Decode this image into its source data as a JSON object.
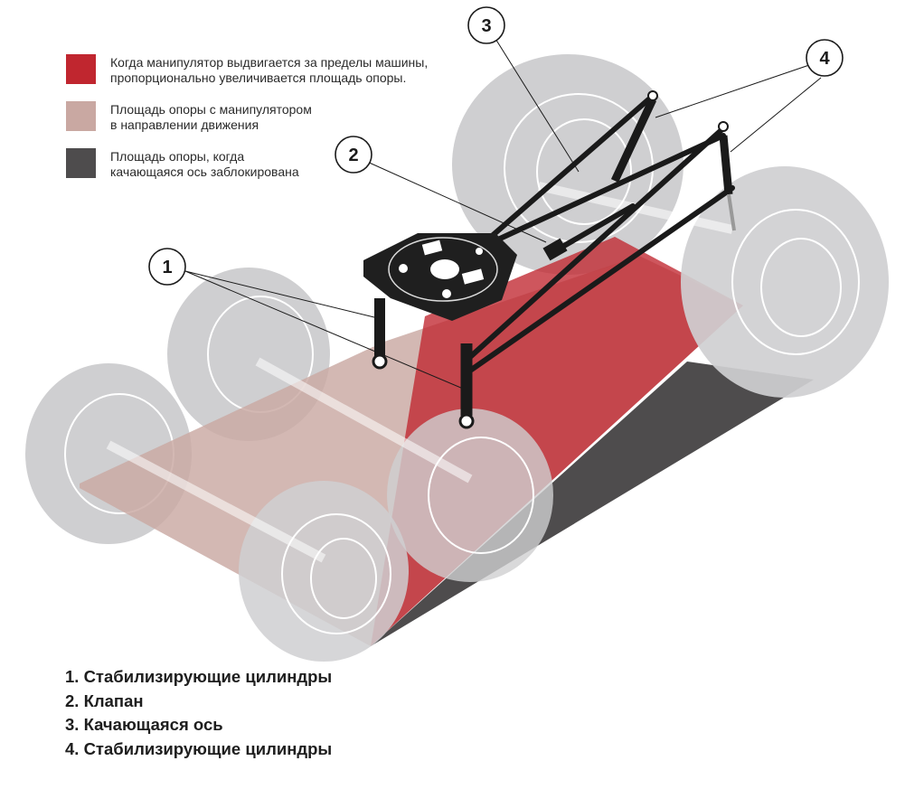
{
  "colors": {
    "outer_area": "#c0262f",
    "travel_area": "#c9a8a2",
    "locked_area": "#4e4c4d",
    "tire": "#cfcfd1",
    "tire_outline": "#ffffff",
    "frame": "#1a1a1a"
  },
  "legend": [
    {
      "line1": "Когда манипулятор выдвигается за пределы машины,",
      "line2": "пропорционально увеличивается площадь опоры."
    },
    {
      "line1": "Площадь опоры с манипулятором",
      "line2": "в направлении движения"
    },
    {
      "line1": "Площадь опоры, когда",
      "line2": "качающаяся ось заблокирована"
    }
  ],
  "callouts": [
    {
      "number": "1"
    },
    {
      "number": "2"
    },
    {
      "number": "3"
    },
    {
      "number": "4"
    }
  ],
  "captions": [
    "1. Стабилизирующие цилиндры",
    "2. Клапан",
    "3. Качающаяся ось",
    "4. Стабилизирующие цилиндры"
  ]
}
